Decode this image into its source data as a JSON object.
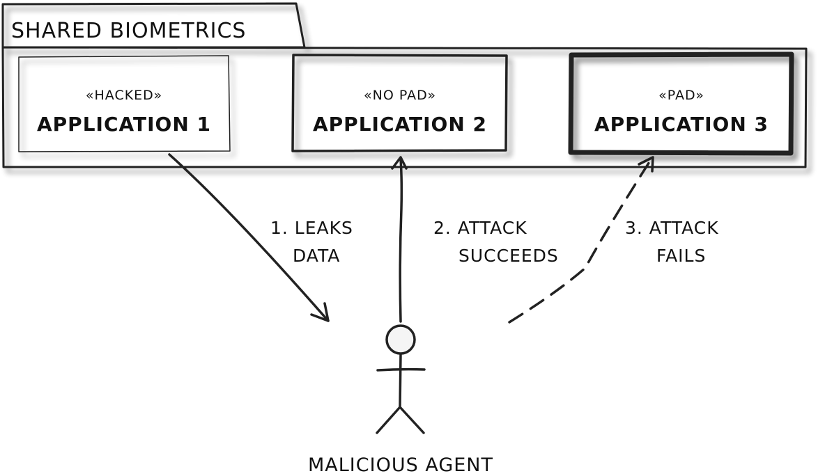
{
  "package": {
    "title": "SHARED BIOMETRICS"
  },
  "applications": [
    {
      "stereotype": "«HACKED»",
      "name": "APPLICATION 1"
    },
    {
      "stereotype": "«NO PAD»",
      "name": "APPLICATION 2"
    },
    {
      "stereotype": "«PAD»",
      "name": "APPLICATION 3"
    }
  ],
  "edges": [
    {
      "line1": "1. LEAKS",
      "line2": "DATA",
      "style": "solid"
    },
    {
      "line1": "2. ATTACK",
      "line2": "SUCCEEDS",
      "style": "solid"
    },
    {
      "line1": "3. ATTACK",
      "line2": "FAILS",
      "style": "dashed"
    }
  ],
  "actor": {
    "label": "MALICIOUS AGENT"
  },
  "colors": {
    "ink": "#222222",
    "box_fill": "#f2f2f2",
    "shadow": "#bbbbbb"
  }
}
